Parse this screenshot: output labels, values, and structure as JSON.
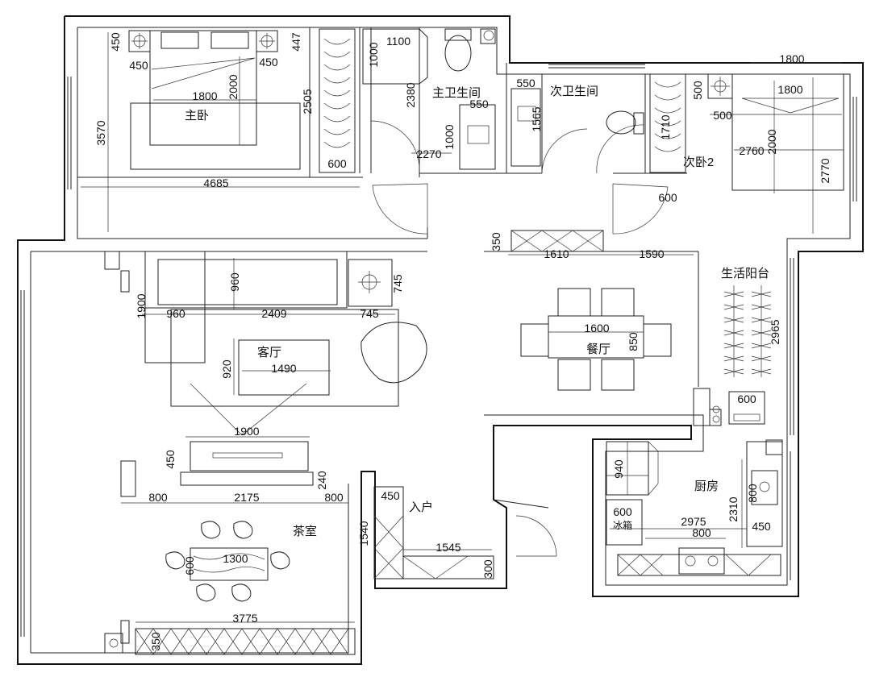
{
  "rooms": {
    "master_bedroom": "主卧",
    "master_bath": "主卫生间",
    "second_bath": "次卫生间",
    "second_bedroom": "次卧2",
    "living_room": "客厅",
    "dining_room": "餐厅",
    "utility_balcony": "生活阳台",
    "kitchen": "厨房",
    "tea_room": "茶室",
    "entrance": "入户"
  },
  "fridge_label": "冰箱",
  "dimensions": {
    "mb_450_top": "450",
    "mb_450_left": "450",
    "mb_450_right": "450",
    "mb_1800": "1800",
    "mb_2000": "2000",
    "mb_3570": "3570",
    "mb_4685": "4685",
    "mb_447": "447",
    "mb_2505": "2505",
    "mb_600": "600",
    "bath_1100": "1100",
    "bath_1000_top": "1000",
    "bath_2380": "2380",
    "bath_550": "550",
    "bath_1000_sink": "1000",
    "bath_2270": "2270",
    "b2_550": "550",
    "b2_1565": "1565",
    "b2_1710": "1710",
    "sb_1800_top": "1800",
    "sb_1800_bed": "1800",
    "sb_500_a": "500",
    "sb_500_b": "500",
    "sb_2000": "2000",
    "sb_2760": "2760",
    "sb_2770": "2770",
    "sb_600": "600",
    "hall_350": "350",
    "hall_1610": "1610",
    "hall_1590": "1590",
    "lr_960_sofa": "960",
    "lr_745_table": "745",
    "lr_1900_side": "1900",
    "lr_960": "960",
    "lr_2409": "2409",
    "lr_745": "745",
    "lr_920": "920",
    "lr_1490": "1490",
    "tv_1900": "1900",
    "tv_450": "450",
    "tv_240": "240",
    "tv_800_left": "800",
    "tv_2175": "2175",
    "tv_800_right": "800",
    "din_1600": "1600",
    "din_850": "850",
    "bal_2965": "2965",
    "bal_600": "600",
    "kit_940": "940",
    "kit_600": "600",
    "kit_2975": "2975",
    "kit_800_stove": "800",
    "kit_2310": "2310",
    "kit_800_sink": "800",
    "kit_450": "450",
    "ent_450": "450",
    "ent_1540": "1540",
    "ent_1545": "1545",
    "ent_300": "300",
    "tea_1300": "1300",
    "tea_600": "600",
    "tea_3775": "3775",
    "tea_350": "350"
  }
}
